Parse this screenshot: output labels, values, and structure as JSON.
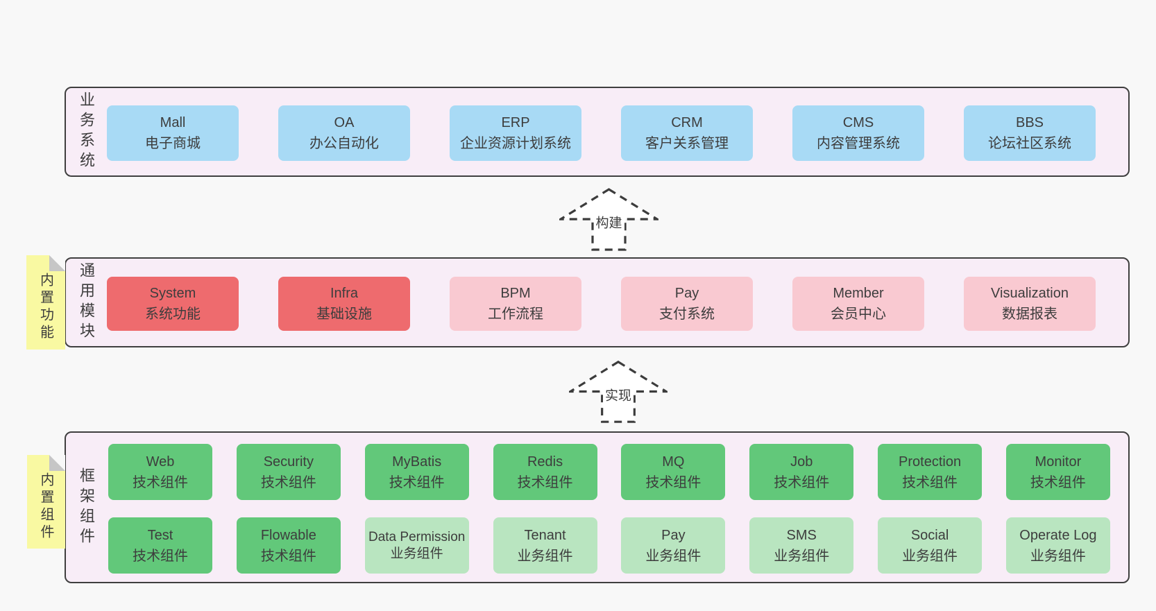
{
  "colors": {
    "page-bg": "#f8f8f8",
    "band-bg": "#f8edf7",
    "band-border": "#3f3f3f",
    "box-blue": "#a8daf5",
    "box-red": "#ee6b6e",
    "box-pink": "#f9c9d1",
    "box-green": "#62c87a",
    "box-lightgreen": "#b9e5c0",
    "sticky-yellow": "#f9f9a2",
    "sticky-fold": "#c6c6c6",
    "text": "#3d3d3d",
    "arrow-stroke": "#3c3c3c",
    "arrow-fill": "#ffffff"
  },
  "bands": [
    {
      "label": "业务系统",
      "boxes": [
        {
          "en": "Mall",
          "zh": "电子商城"
        },
        {
          "en": "OA",
          "zh": "办公自动化"
        },
        {
          "en": "ERP",
          "zh": "企业资源计划系统"
        },
        {
          "en": "CRM",
          "zh": "客户关系管理"
        },
        {
          "en": "CMS",
          "zh": "内容管理系统"
        },
        {
          "en": "BBS",
          "zh": "论坛社区系统"
        }
      ]
    },
    {
      "label": "通用模块",
      "sticky": "内置功能",
      "boxes": [
        {
          "en": "System",
          "zh": "系统功能"
        },
        {
          "en": "Infra",
          "zh": "基础设施"
        },
        {
          "en": "BPM",
          "zh": "工作流程"
        },
        {
          "en": "Pay",
          "zh": "支付系统"
        },
        {
          "en": "Member",
          "zh": "会员中心"
        },
        {
          "en": "Visualization",
          "zh": "数据报表"
        }
      ]
    },
    {
      "label": "框架组件",
      "sticky": "内置组件",
      "rows": [
        [
          {
            "en": "Web",
            "zh": "技术组件"
          },
          {
            "en": "Security",
            "zh": "技术组件"
          },
          {
            "en": "MyBatis",
            "zh": "技术组件"
          },
          {
            "en": "Redis",
            "zh": "技术组件"
          },
          {
            "en": "MQ",
            "zh": "技术组件"
          },
          {
            "en": "Job",
            "zh": "技术组件"
          },
          {
            "en": "Protection",
            "zh": "技术组件"
          },
          {
            "en": "Monitor",
            "zh": "技术组件"
          }
        ],
        [
          {
            "en": "Test",
            "zh": "技术组件"
          },
          {
            "en": "Flowable",
            "zh": "技术组件"
          },
          {
            "en": "Data Permission",
            "zh": "业务组件"
          },
          {
            "en": "Tenant",
            "zh": "业务组件"
          },
          {
            "en": "Pay",
            "zh": "业务组件"
          },
          {
            "en": "SMS",
            "zh": "业务组件"
          },
          {
            "en": "Social",
            "zh": "业务组件"
          },
          {
            "en": "Operate Log",
            "zh": "业务组件"
          }
        ]
      ]
    }
  ],
  "arrows": [
    {
      "label": "构建"
    },
    {
      "label": "实现"
    }
  ]
}
